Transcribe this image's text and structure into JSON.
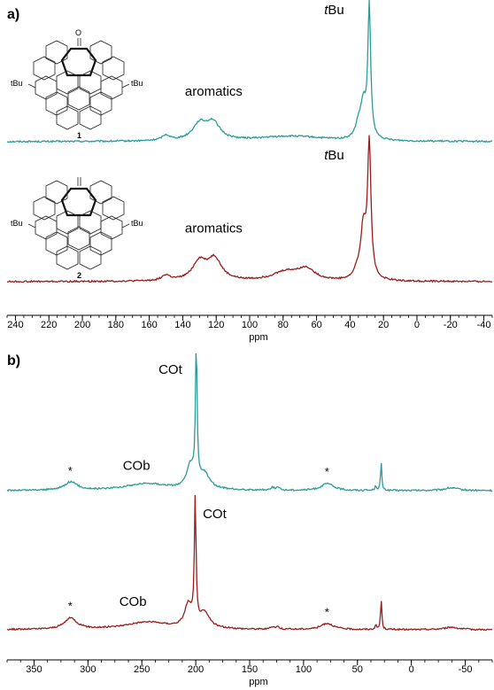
{
  "colors": {
    "teal": "#2a9d9a",
    "red": "#9b1c1c",
    "axis": "#000000"
  },
  "panels": {
    "a": {
      "label": "a)"
    },
    "b": {
      "label": "b)"
    }
  },
  "structures": {
    "one": {
      "number": "1",
      "top_group": "O",
      "left_group": "tBu",
      "right_group": "tBu"
    },
    "two": {
      "number": "2",
      "left_group": "tBu",
      "right_group": "tBu"
    }
  },
  "chart_data": [
    {
      "type": "line",
      "panel": "a",
      "xlabel": "ppm",
      "xlim": [
        245,
        -45
      ],
      "x_reversed": true,
      "xticks": [
        240,
        220,
        200,
        180,
        160,
        140,
        120,
        100,
        80,
        60,
        40,
        20,
        0,
        -20,
        -40
      ],
      "tick_labels": [
        "240",
        "220",
        "200",
        "180",
        "160",
        "140",
        "120",
        "100",
        "80",
        "60",
        "40",
        "20",
        "0",
        "-20",
        "-40"
      ],
      "series": [
        {
          "color": "teal",
          "peaks": [
            {
              "ppm": 150,
              "intensity": 0.04,
              "width": 3
            },
            {
              "ppm": 130,
              "intensity": 0.12,
              "width": 5
            },
            {
              "ppm": 122,
              "intensity": 0.13,
              "width": 5
            },
            {
              "ppm": 75,
              "intensity": 0.04,
              "width": 25
            },
            {
              "ppm": 35,
              "intensity": 0.1,
              "width": 2
            },
            {
              "ppm": 32,
              "intensity": 0.26,
              "width": 2
            },
            {
              "ppm": 28.5,
              "intensity": 1.0,
              "width": 1
            }
          ],
          "annotations": [
            {
              "text": "aromatics",
              "ppm": 126
            },
            {
              "text": "tBu",
              "ppm": 29
            }
          ]
        },
        {
          "color": "red",
          "peaks": [
            {
              "ppm": 150,
              "intensity": 0.04,
              "width": 3
            },
            {
              "ppm": 130,
              "intensity": 0.14,
              "width": 5
            },
            {
              "ppm": 121,
              "intensity": 0.16,
              "width": 5
            },
            {
              "ppm": 78,
              "intensity": 0.07,
              "width": 10
            },
            {
              "ppm": 66,
              "intensity": 0.08,
              "width": 6
            },
            {
              "ppm": 36,
              "intensity": 0.05,
              "width": 2
            },
            {
              "ppm": 32,
              "intensity": 0.39,
              "width": 2
            },
            {
              "ppm": 28.5,
              "intensity": 1.0,
              "width": 1.2
            }
          ],
          "annotations": [
            {
              "text": "aromatics",
              "ppm": 126
            },
            {
              "text": "tBu",
              "ppm": 29
            }
          ]
        }
      ]
    },
    {
      "type": "line",
      "panel": "b",
      "xlabel": "ppm",
      "xlim": [
        375,
        -75
      ],
      "x_reversed": true,
      "xticks": [
        350,
        300,
        250,
        200,
        150,
        100,
        50,
        0,
        -50
      ],
      "tick_labels": [
        "350",
        "300",
        "250",
        "200",
        "150",
        "100",
        "50",
        "0",
        "-50"
      ],
      "series": [
        {
          "color": "teal",
          "peaks": [
            {
              "ppm": 316,
              "intensity": 0.06,
              "width": 7
            },
            {
              "ppm": 245,
              "intensity": 0.05,
              "width": 25
            },
            {
              "ppm": 205,
              "intensity": 0.16,
              "width": 4
            },
            {
              "ppm": 192,
              "intensity": 0.11,
              "width": 6
            },
            {
              "ppm": 199.5,
              "intensity": 1.0,
              "width": 0.9
            },
            {
              "ppm": 129,
              "intensity": 0.02,
              "width": 2
            },
            {
              "ppm": 124,
              "intensity": 0.02,
              "width": 2
            },
            {
              "ppm": 78,
              "intensity": 0.05,
              "width": 7
            },
            {
              "ppm": 33,
              "intensity": 0.03,
              "width": 1
            },
            {
              "ppm": 28,
              "intensity": 0.2,
              "width": 0.7
            },
            {
              "ppm": -37,
              "intensity": 0.02,
              "width": 8
            }
          ],
          "annotations": [
            {
              "text": "*",
              "ppm": 316
            },
            {
              "text": "COb",
              "ppm": 225
            },
            {
              "text": "COt",
              "ppm": 200
            },
            {
              "text": "*",
              "ppm": 78
            }
          ]
        },
        {
          "color": "red",
          "peaks": [
            {
              "ppm": 316,
              "intensity": 0.09,
              "width": 7
            },
            {
              "ppm": 245,
              "intensity": 0.06,
              "width": 25
            },
            {
              "ppm": 207,
              "intensity": 0.18,
              "width": 4
            },
            {
              "ppm": 192,
              "intensity": 0.12,
              "width": 6
            },
            {
              "ppm": 200.5,
              "intensity": 1.0,
              "width": 0.9
            },
            {
              "ppm": 129,
              "intensity": 0.02,
              "width": 2
            },
            {
              "ppm": 124,
              "intensity": 0.02,
              "width": 2
            },
            {
              "ppm": 78,
              "intensity": 0.05,
              "width": 7
            },
            {
              "ppm": 33,
              "intensity": 0.03,
              "width": 1
            },
            {
              "ppm": 28,
              "intensity": 0.24,
              "width": 0.7
            },
            {
              "ppm": -37,
              "intensity": 0.02,
              "width": 8
            }
          ],
          "annotations": [
            {
              "text": "*",
              "ppm": 316
            },
            {
              "text": "COb",
              "ppm": 225
            },
            {
              "text": "COt",
              "ppm": 200
            },
            {
              "text": "*",
              "ppm": 78
            }
          ]
        }
      ]
    }
  ]
}
